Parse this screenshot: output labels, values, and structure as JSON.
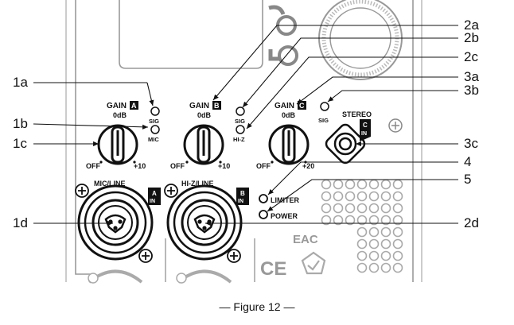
{
  "caption": "— Figure 12 —",
  "callouts": {
    "c1a": "1a",
    "c1b": "1b",
    "c1c": "1c",
    "c1d": "1d",
    "c2a": "2a",
    "c2b": "2b",
    "c2c": "2c",
    "c2d": "2d",
    "c3a": "3a",
    "c3b": "3b",
    "c3c": "3c",
    "c4": "4",
    "c5": "5"
  },
  "channel_a": {
    "gain_word": "GAIN",
    "gain_letter": "A",
    "zero_db": "0dB",
    "sig": "SIG",
    "aux": "MIC",
    "min": "OFF",
    "max": "+10",
    "input_label": "MIC/LINE",
    "in_top": "A",
    "in_bottom": "IN"
  },
  "channel_b": {
    "gain_word": "GAIN",
    "gain_letter": "B",
    "zero_db": "0dB",
    "sig": "SIG",
    "aux": "HI-Z",
    "min": "OFF",
    "max": "+10",
    "input_label": "HI-Z/LINE",
    "in_top": "B",
    "in_bottom": "IN"
  },
  "channel_c": {
    "gain_word": "GAIN",
    "gain_letter": "C",
    "zero_db": "0dB",
    "sig": "SIG",
    "min": "OFF",
    "max": "+20",
    "stereo": "STEREO",
    "in_top": "C",
    "in_bottom": "IN"
  },
  "indicators": {
    "limiter": "LIMITER",
    "power": "POWER"
  },
  "marks": {
    "eac": "EAC",
    "ce": "CE"
  }
}
